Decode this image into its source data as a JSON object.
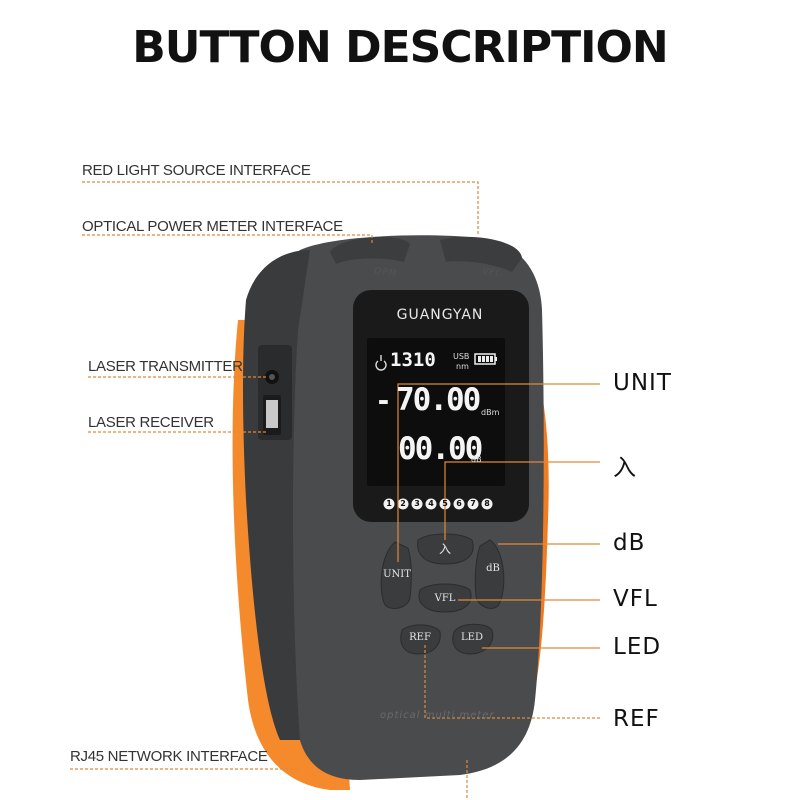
{
  "title": "BUTTON DESCRIPTION",
  "left_labels": {
    "red_light": "RED LIGHT SOURCE INTERFACE",
    "opm": "OPTICAL POWER METER INTERFACE",
    "laser_tx": "LASER TRANSMITTER",
    "laser_rx": "LASER RECEIVER",
    "rj45": "RJ45 NETWORK INTERFACE"
  },
  "right_labels": {
    "unit": "UNIT",
    "lambda": "入",
    "db": "dB",
    "vfl": "VFL",
    "led": "LED",
    "ref": "REF"
  },
  "device": {
    "brand": "GUANGYAN",
    "top_port_left": "OPM",
    "top_port_right": "VFL",
    "engraving": "optical multi meter",
    "screen": {
      "wavelength": "1310",
      "usb": "USB",
      "nm": "nm",
      "power_sign": "-",
      "power_value": "70.00",
      "power_unit": "dBm",
      "loss_value": "00.00",
      "loss_unit": "dB",
      "indicators": [
        "1",
        "2",
        "3",
        "4",
        "5",
        "6",
        "7",
        "8"
      ]
    },
    "buttons": {
      "unit": "UNIT",
      "lambda": "入",
      "db": "dB",
      "vfl": "VFL",
      "ref": "REF",
      "led": "LED"
    }
  },
  "colors": {
    "orange": "#f07a21",
    "body_gray": "#4a4b4d",
    "screen": "#111111",
    "leader_line": "#e0893a"
  }
}
